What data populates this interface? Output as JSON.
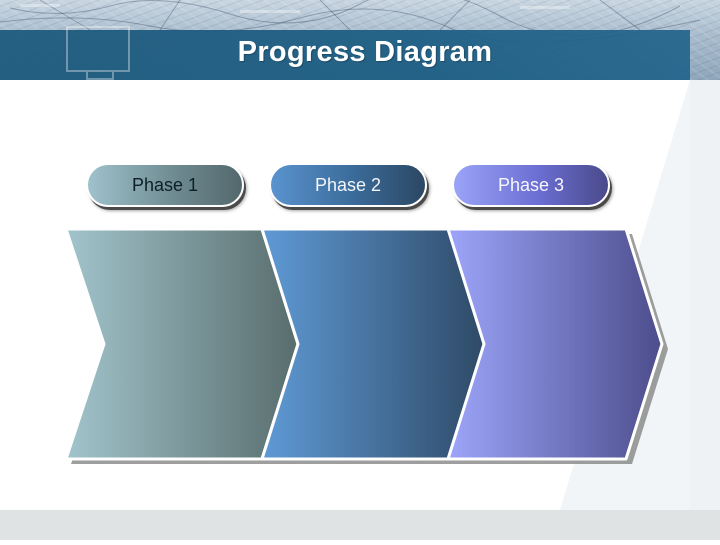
{
  "title": "Progress Diagram",
  "phases": [
    {
      "label": "Phase 1",
      "gradient": [
        "#a2c4cc",
        "#586d6d"
      ]
    },
    {
      "label": "Phase 2",
      "gradient": [
        "#5f9ad6",
        "#2e4a66"
      ]
    },
    {
      "label": "Phase 3",
      "gradient": [
        "#9da5fa",
        "#4c4d8c"
      ]
    }
  ],
  "colors": {
    "title_band": "#1e5f84",
    "title_text": "#ffffff",
    "footer": "#e0e3e4"
  }
}
